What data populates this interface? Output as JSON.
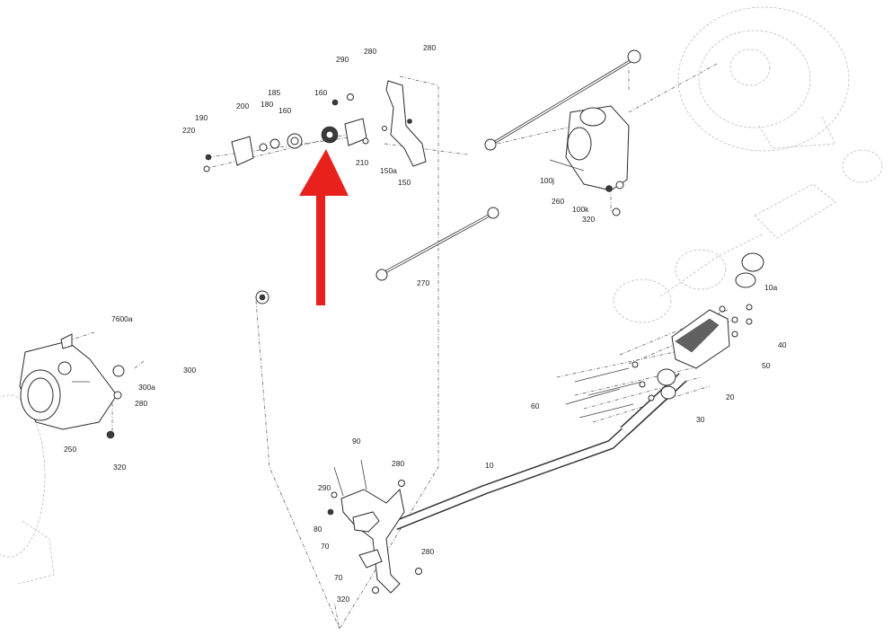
{
  "diagram": {
    "accent_color": "#e8211d",
    "callouts": [
      {
        "id": "c-290-top",
        "text": "290"
      },
      {
        "id": "c-280-top-a",
        "text": "280"
      },
      {
        "id": "c-280-top-b",
        "text": "280"
      },
      {
        "id": "c-185",
        "text": "185"
      },
      {
        "id": "c-160-a",
        "text": "160"
      },
      {
        "id": "c-200",
        "text": "200"
      },
      {
        "id": "c-180",
        "text": "180"
      },
      {
        "id": "c-160-b",
        "text": "160"
      },
      {
        "id": "c-190",
        "text": "190"
      },
      {
        "id": "c-220",
        "text": "220"
      },
      {
        "id": "c-210",
        "text": "210"
      },
      {
        "id": "c-150a",
        "text": "150a"
      },
      {
        "id": "c-150",
        "text": "150"
      },
      {
        "id": "c-100j",
        "text": "100j"
      },
      {
        "id": "c-260",
        "text": "260"
      },
      {
        "id": "c-100k",
        "text": "100k"
      },
      {
        "id": "c-320-right",
        "text": "320"
      },
      {
        "id": "c-270",
        "text": "270"
      },
      {
        "id": "c-10a",
        "text": "10a"
      },
      {
        "id": "c-7600a",
        "text": "7600a"
      },
      {
        "id": "c-300",
        "text": "300"
      },
      {
        "id": "c-300a",
        "text": "300a"
      },
      {
        "id": "c-280-left",
        "text": "280"
      },
      {
        "id": "c-250",
        "text": "250"
      },
      {
        "id": "c-320-left",
        "text": "320"
      },
      {
        "id": "c-40",
        "text": "40"
      },
      {
        "id": "c-50",
        "text": "50"
      },
      {
        "id": "c-20",
        "text": "20"
      },
      {
        "id": "c-60",
        "text": "60"
      },
      {
        "id": "c-30",
        "text": "30"
      },
      {
        "id": "c-10",
        "text": "10"
      },
      {
        "id": "c-90",
        "text": "90"
      },
      {
        "id": "c-280-mid",
        "text": "280"
      },
      {
        "id": "c-290-bottom",
        "text": "290"
      },
      {
        "id": "c-80",
        "text": "80"
      },
      {
        "id": "c-70-a",
        "text": "70"
      },
      {
        "id": "c-70-b",
        "text": "70"
      },
      {
        "id": "c-280-bottom",
        "text": "280"
      },
      {
        "id": "c-320-bottom",
        "text": "320"
      }
    ]
  }
}
